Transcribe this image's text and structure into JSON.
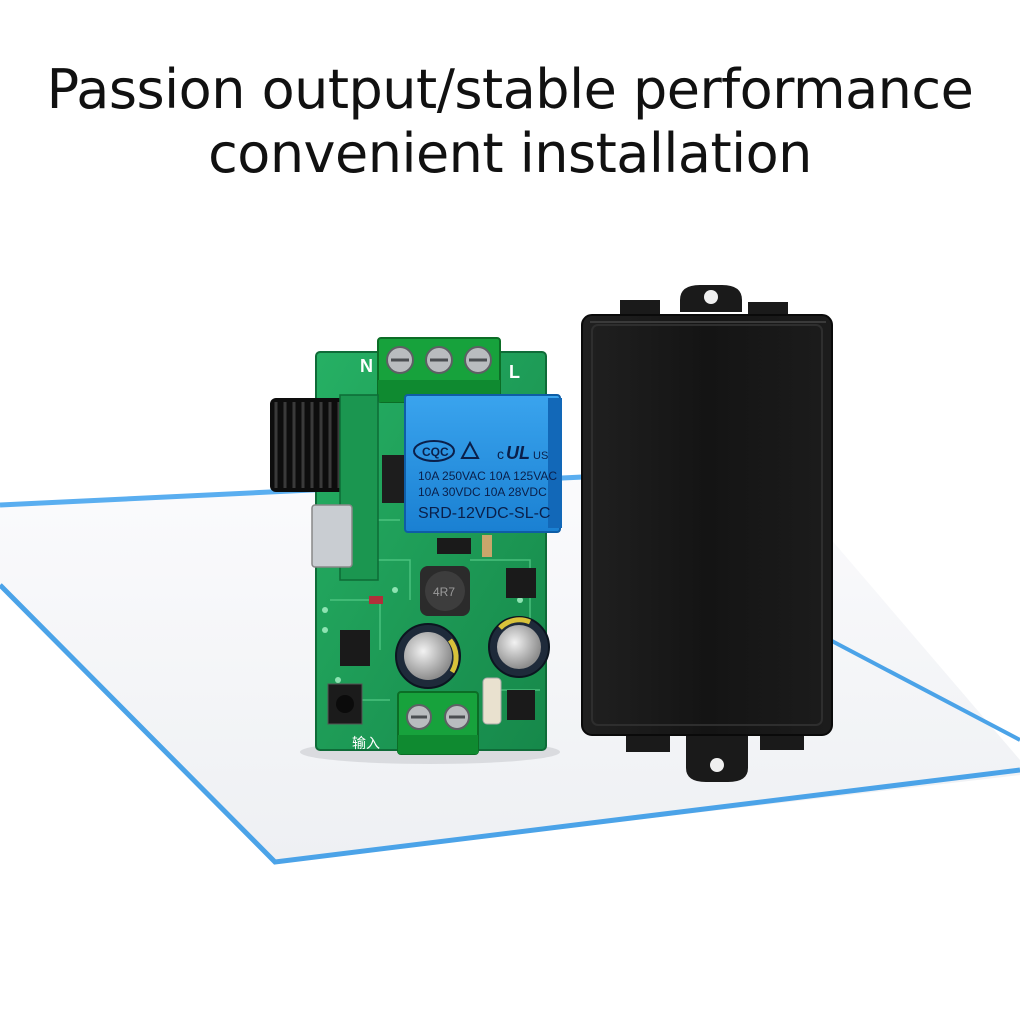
{
  "headline": {
    "line1": "Passion output/stable performance",
    "line2": "convenient installation"
  },
  "relay": {
    "brand": "CQC",
    "ul_prefix": "c",
    "ul_suffix": "US",
    "rating_line1": "10A 250VAC 10A 125VAC",
    "rating_line2": "10A  30VDC 10A 28VDC",
    "model": "SRD-12VDC-SL-C"
  },
  "pcb": {
    "label_n": "N",
    "label_l": "L",
    "label_input": "输入"
  },
  "colors": {
    "pcb": "#1fa35a",
    "relay": "#1f8fe0",
    "terminal": "#17a23c",
    "enclosure": "#151515",
    "floor_edge": "#4ba3e8"
  },
  "icons": {
    "antenna": "coil-antenna-icon",
    "capacitor": "capacitor-icon",
    "enclosure": "black-enclosure-box"
  }
}
